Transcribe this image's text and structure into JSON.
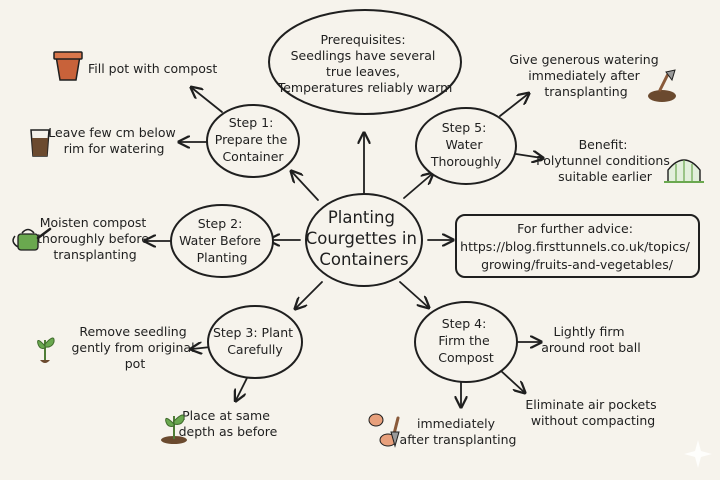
{
  "center": {
    "lines": [
      "Planting",
      "Courgettes in",
      "Containers"
    ]
  },
  "prerequisites": {
    "lines": [
      "Prerequisites:",
      "Seedlings have several",
      "true leaves,",
      "Temperatures reliably warm"
    ]
  },
  "step1": {
    "lines": [
      "Step 1:",
      "Prepare the",
      "Container"
    ]
  },
  "step2": {
    "lines": [
      "Step 2:",
      "Water Before",
      "Planting"
    ]
  },
  "step3": {
    "lines": [
      "Step 3: Plant",
      "Carefully"
    ]
  },
  "step4": {
    "lines": [
      "Step 4:",
      "Firm the",
      "Compost"
    ]
  },
  "step5": {
    "lines": [
      "Step 5:",
      "Water",
      "Thoroughly"
    ]
  },
  "notes": {
    "fill_pot": [
      "Fill pot with compost"
    ],
    "leave_rim": [
      "Leave few cm below",
      "rim for watering"
    ],
    "moisten": [
      "Moisten compost",
      "thoroughly before",
      "transplanting"
    ],
    "remove": [
      "Remove seedling",
      "gently from original",
      "pot"
    ],
    "place": [
      "Place at same",
      "depth as before"
    ],
    "immediately": [
      "immediately",
      "after transplanting"
    ],
    "eliminate": [
      "Eliminate air pockets",
      "without compacting"
    ],
    "lightly": [
      "Lightly firm",
      "around root ball"
    ],
    "generous": [
      "Give generous watering",
      "immediately after",
      "transplanting"
    ],
    "benefit": [
      "Benefit:",
      "Polytunnel conditions",
      "suitable earlier"
    ]
  },
  "advice": {
    "lines": [
      "For further advice:",
      "https://blog.firsttunnels.co.uk/topics/",
      "growing/fruits-and-vegetables/"
    ]
  },
  "icons": [
    "plant-pot-icon",
    "compost-cup-icon",
    "watering-can-icon",
    "seedling-icon",
    "seedling-in-soil-icon",
    "trowel-hands-icon",
    "trowel-soil-icon",
    "polytunnel-icon",
    "sparkle-icon"
  ],
  "colors": {
    "background": "#f6f3ec",
    "ink": "#1f1f1f",
    "pot": "#c8623a",
    "soil": "#6b4a2f",
    "leaf": "#6aa84f"
  }
}
